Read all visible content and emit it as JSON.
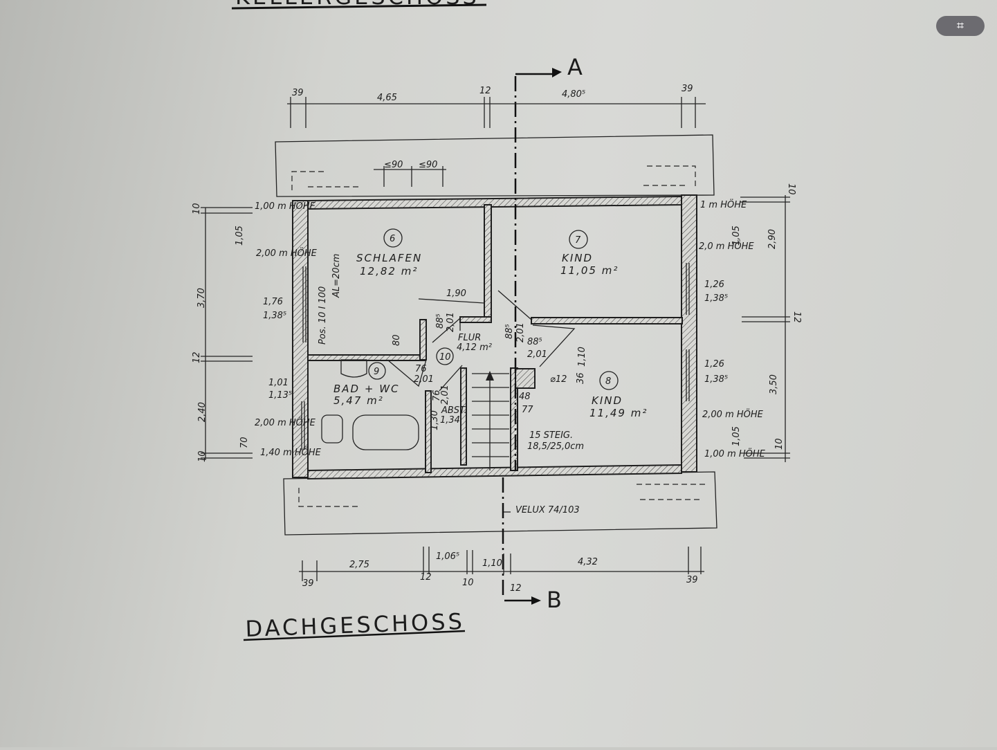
{
  "header_cut": "KELLERGESCHOSS",
  "title": "DACHGESCHOSS",
  "section": {
    "top": "A",
    "bottom": "B"
  },
  "rooms": [
    {
      "num": "6",
      "name": "SCHLAFEN",
      "area": "12,82 m²"
    },
    {
      "num": "7",
      "name": "KIND",
      "area": "11,05 m²"
    },
    {
      "num": "8",
      "name": "KIND",
      "area": "11,49 m²"
    },
    {
      "num": "9",
      "name": "BAD + WC",
      "area": "5,47 m²"
    },
    {
      "num": "10",
      "name": "FLUR",
      "area": "4,12 m²"
    }
  ],
  "dims_top": [
    "39",
    "4,65",
    "12",
    "4,80⁵",
    "39"
  ],
  "dims_bottom": [
    "39",
    "2,75",
    "12",
    "1,06⁵",
    "10",
    "1,10",
    "12",
    "4,32",
    "39"
  ],
  "dims_left": [
    "10",
    "3,70",
    "12",
    "2,40",
    "10"
  ],
  "dims_right": [
    "10",
    "2,90",
    "12",
    "3,50",
    "10"
  ],
  "left_notes": [
    "1,00 m HÖHE",
    "1,05",
    "2,00 m HÖHE",
    "1,76",
    "1,38⁵",
    "1,01",
    "1,13⁵",
    "2,00 m HÖHE",
    "70",
    "1,40 m HÖHE"
  ],
  "right_notes": [
    "1 m HÖHE",
    "1,05",
    "2,0 m HÖHE",
    "1,26",
    "1,38⁵",
    "1,26",
    "1,38⁵",
    "2,00 m HÖHE",
    "1,05",
    "1,00 m HÖHE"
  ],
  "interior": [
    "≤90",
    "≤90",
    "Pos. 10  I 100",
    "AL=20cm",
    "1,90",
    "88⁵",
    "2,01",
    "80",
    "88⁵",
    "2,01",
    "88⁵",
    "2,01",
    "76",
    "2,01",
    "76",
    "2,01",
    "1,30",
    "ABST.",
    "1,34",
    "1,10",
    "36",
    "⌀12",
    "48",
    "77",
    "15 STEIG.",
    "18,5/25,0cm",
    "VELUX 74/103"
  ],
  "crop_icon": "crop-icon"
}
